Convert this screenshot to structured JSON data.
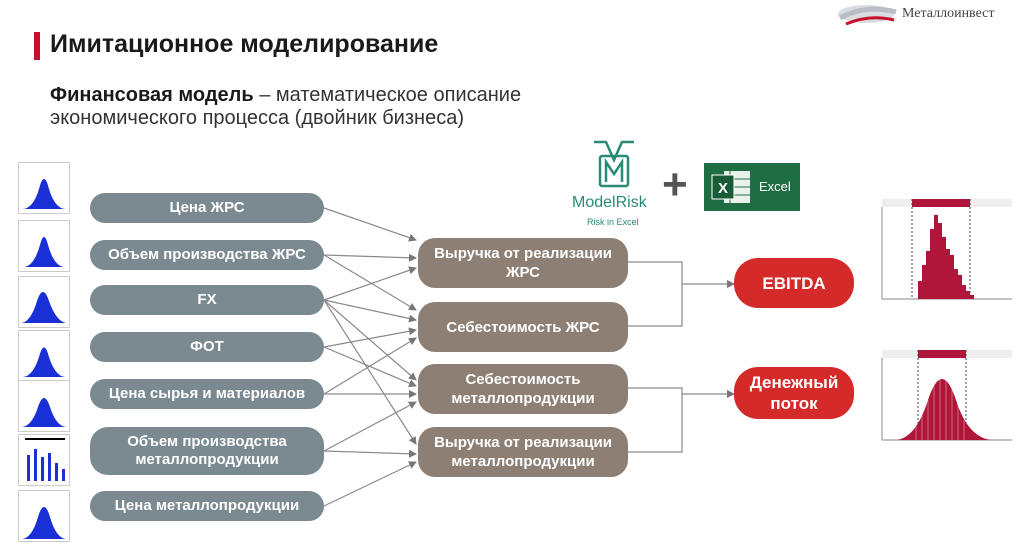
{
  "header": {
    "title": "Имитационное моделирование",
    "logo_text": "Металлоинвест"
  },
  "subtitle": {
    "term": "Финансовая модель",
    "definition": " – математическое описание экономического процесса (двойник бизнеса)"
  },
  "inputs": [
    {
      "label": "Цена ЖРС"
    },
    {
      "label": "Объем производства ЖРС"
    },
    {
      "label": "FX"
    },
    {
      "label": "ФОТ"
    },
    {
      "label": "Цена сырья и материалов"
    },
    {
      "label": "Объем производства металлопродукции"
    },
    {
      "label": "Цена металлопродукции"
    }
  ],
  "intermediates": [
    {
      "label": "Выручка от реализации ЖРС"
    },
    {
      "label": "Себестоимость ЖРС"
    },
    {
      "label": "Себестоимость металлопродукции"
    },
    {
      "label": "Выручка от реализации металлопродукции"
    }
  ],
  "outputs": [
    {
      "label": "EBITDA"
    },
    {
      "label": "Денежный поток"
    }
  ],
  "tools": {
    "modelrisk_name": "ModelRisk",
    "modelrisk_sub": "Risk in Excel",
    "excel_letter": "X",
    "excel_label": "Excel"
  },
  "colors": {
    "accent": "#c8102e",
    "input_pill": "#7a8a90",
    "intermediate_pill": "#8d7f73",
    "output_pill": "#d42a2a",
    "hist_bar": "#b0163a",
    "thumb_curve": "#1a2fd6"
  }
}
